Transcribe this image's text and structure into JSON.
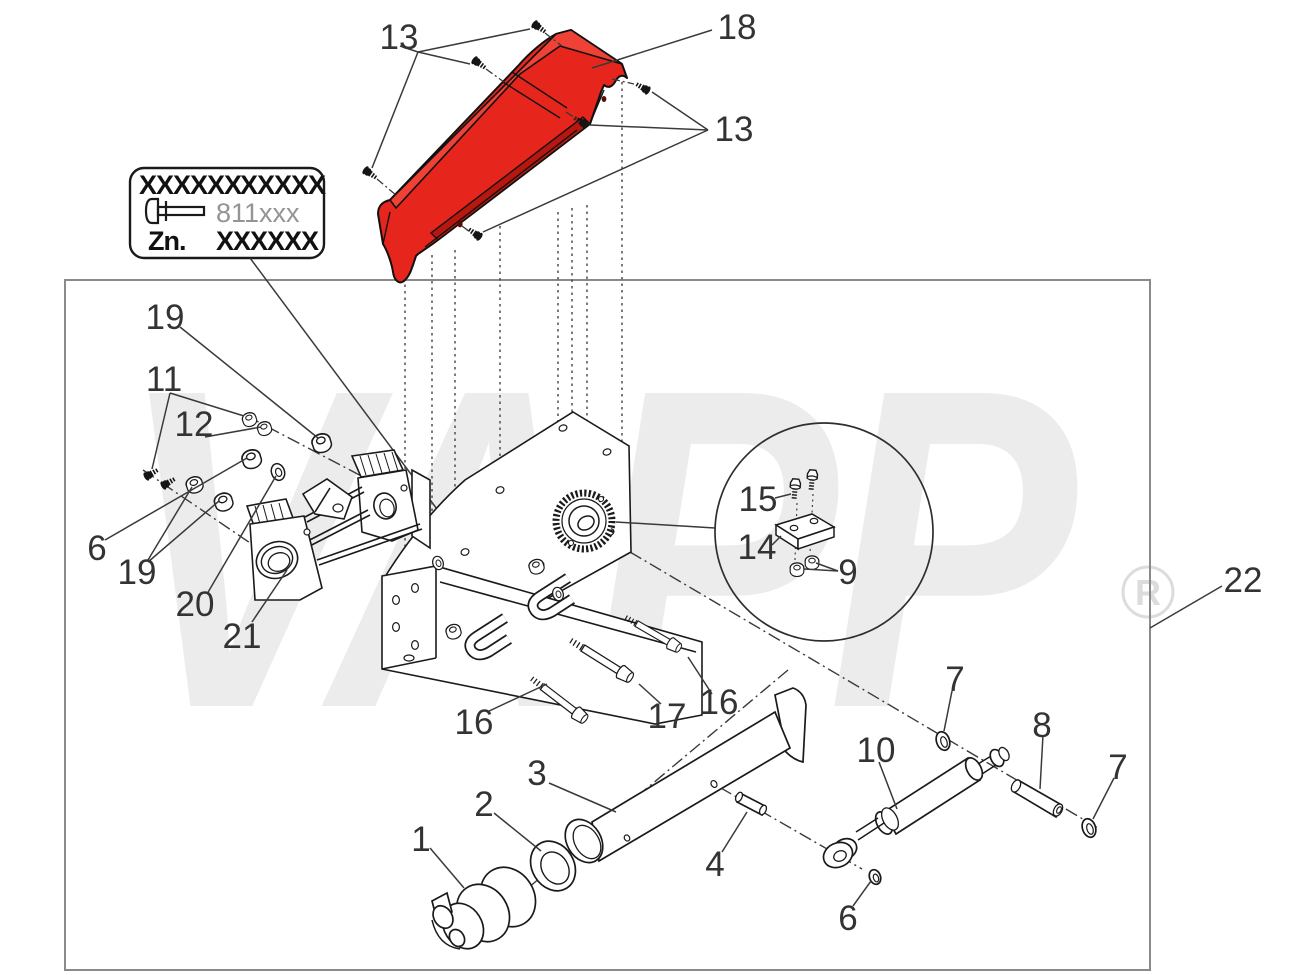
{
  "watermark": {
    "text": "VAPP",
    "registered": "R",
    "color": "#ececec"
  },
  "frame": {
    "stroke": "#8a8a8a"
  },
  "label_box": {
    "row1a": "XXXXXX",
    "row1b": "XXXXX",
    "part_number": "811xxx",
    "row3a": "Zn.",
    "row3b": "XXXXXX"
  },
  "cover": {
    "main": "#e6251d",
    "rim": "#b8170f",
    "top": "#ef4136"
  },
  "callouts": {
    "c13_top": "13",
    "c18": "18",
    "c13_right": "13",
    "c19_top": "19",
    "c11": "11",
    "c12": "12",
    "c6_left": "6",
    "c19_bottom": "19",
    "c20": "20",
    "c21": "21",
    "c15": "15",
    "c14": "14",
    "c9": "9",
    "c22": "22",
    "c16_left": "16",
    "c17": "17",
    "c16_right": "16",
    "c3": "3",
    "c2": "2",
    "c1": "1",
    "c4": "4",
    "c10": "10",
    "c6_bottom": "6",
    "c7_left": "7",
    "c8": "8",
    "c7_right": "7"
  }
}
